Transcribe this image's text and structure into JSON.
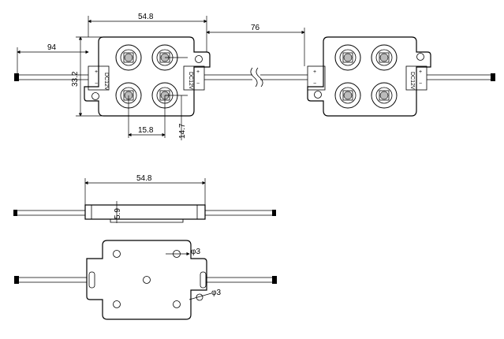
{
  "top_view": {
    "width_dim": "54.8",
    "spacing_dim": "76",
    "wire_dim": "94",
    "height_dim": "33.2",
    "led_pitch_x": "15.8",
    "led_pitch_y": "14.7",
    "voltage_label": "DC12V",
    "plus_label": "+",
    "minus_label": "−"
  },
  "side_view": {
    "width_dim": "54.8",
    "thickness_dim": "5.9"
  },
  "back_view": {
    "hole_dim_1": "φ3",
    "hole_dim_2": "φ3"
  }
}
